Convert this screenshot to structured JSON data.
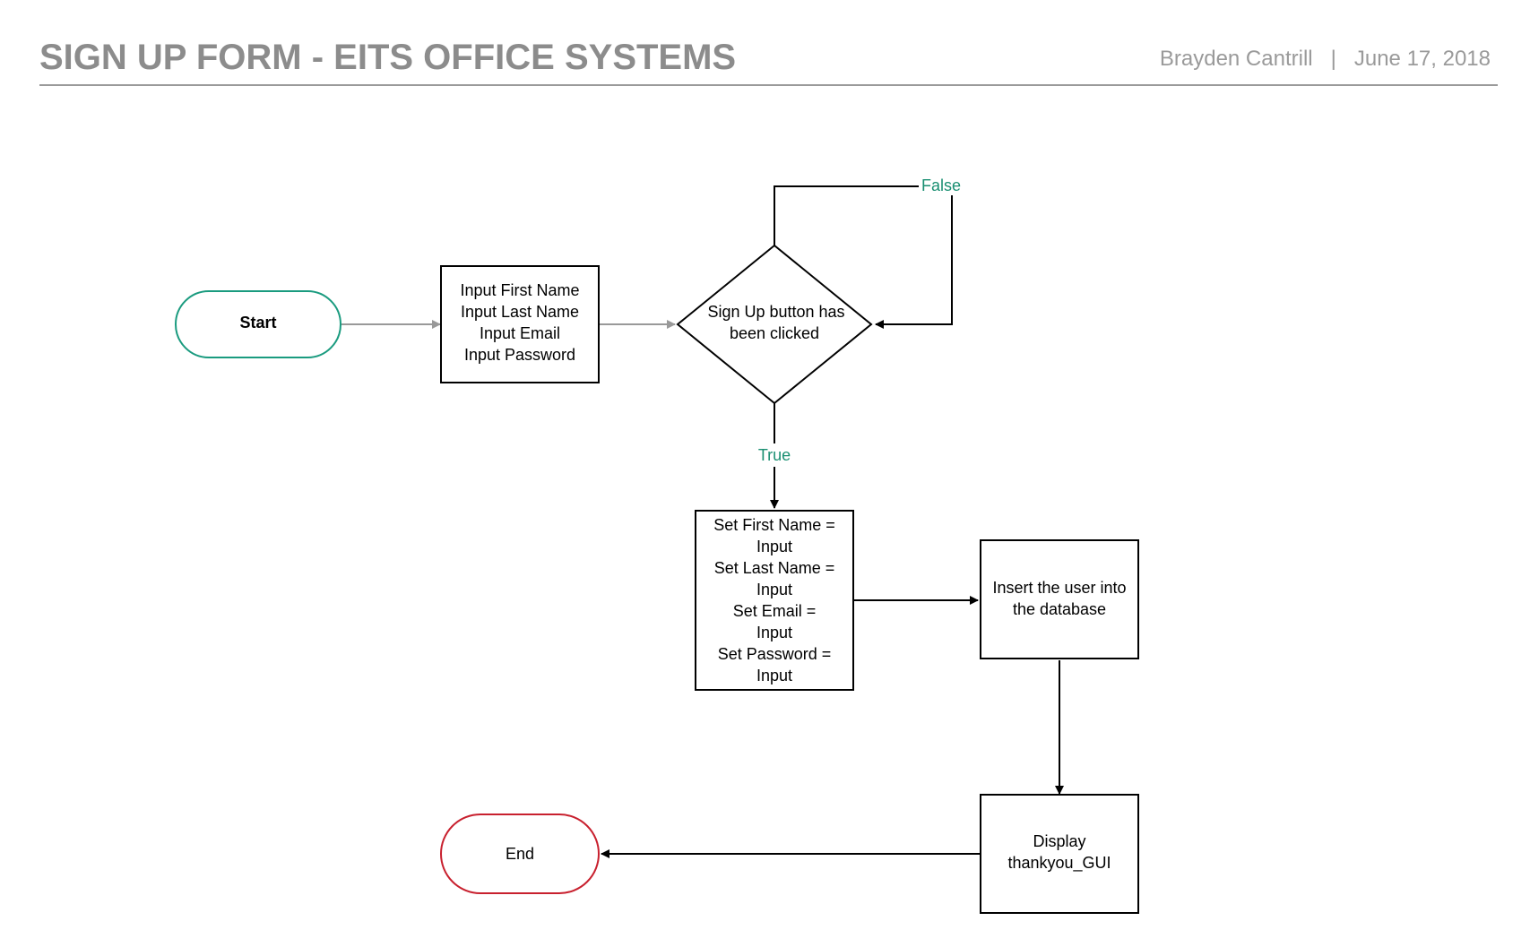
{
  "header": {
    "title": "SIGN UP FORM - EITS OFFICE SYSTEMS",
    "author": "Brayden Cantrill",
    "separator": "|",
    "date": "June 17, 2018"
  },
  "nodes": {
    "start": {
      "label": "Start"
    },
    "inputs": {
      "lines": [
        "Input First Name",
        "Input Last Name",
        "Input Email",
        "Input Password"
      ]
    },
    "decision": {
      "lines": [
        "Sign Up button has",
        "been clicked"
      ]
    },
    "set_values": {
      "lines": [
        "Set First Name =",
        "Input",
        "Set Last Name =",
        "Input",
        "Set Email =",
        "Input",
        "Set Password =",
        "Input"
      ]
    },
    "insert": {
      "lines": [
        "Insert the user into",
        "the database"
      ]
    },
    "display": {
      "lines": [
        "Display",
        "thankyou_GUI"
      ]
    },
    "end": {
      "label": "End"
    }
  },
  "edge_labels": {
    "false": "False",
    "true": "True"
  },
  "colors": {
    "start_border": "#1a9b7f",
    "end_border": "#c8202e",
    "edge_label": "#1a8f72",
    "header_text": "#8c8c8c"
  }
}
